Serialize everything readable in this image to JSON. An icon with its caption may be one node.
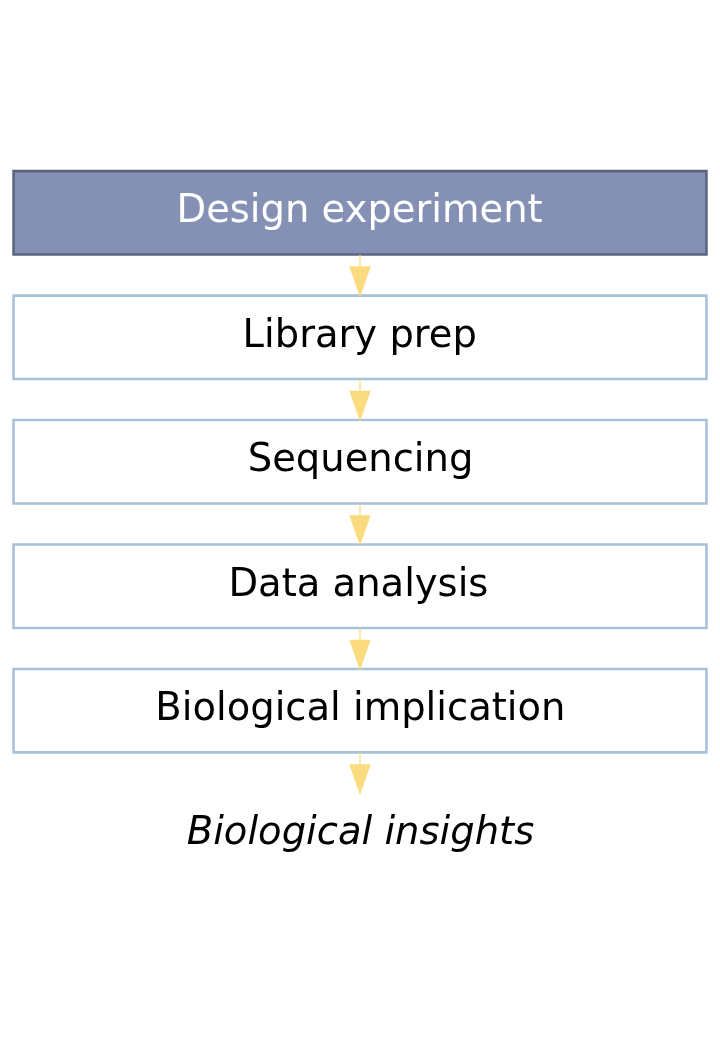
{
  "diagram": {
    "nodes": [
      {
        "text": [
          "Design experiment"
        ]
      },
      {
        "text": [
          "Library prep"
        ]
      },
      {
        "text": [
          "Sequencing"
        ]
      },
      {
        "text": [
          "Data analysis"
        ]
      },
      {
        "text": [
          "Biological implication"
        ]
      },
      {
        "text": [
          "Biological insights"
        ]
      }
    ],
    "edges": [
      {
        "from": 0,
        "to": 1,
        "arrow": "to"
      },
      {
        "from": 1,
        "to": 2,
        "arrow": "to"
      },
      {
        "from": 2,
        "to": 3,
        "arrow": "to"
      },
      {
        "from": 3,
        "to": 4,
        "arrow": "to"
      },
      {
        "from": 4,
        "to": 5,
        "arrow": "to"
      }
    ]
  }
}
